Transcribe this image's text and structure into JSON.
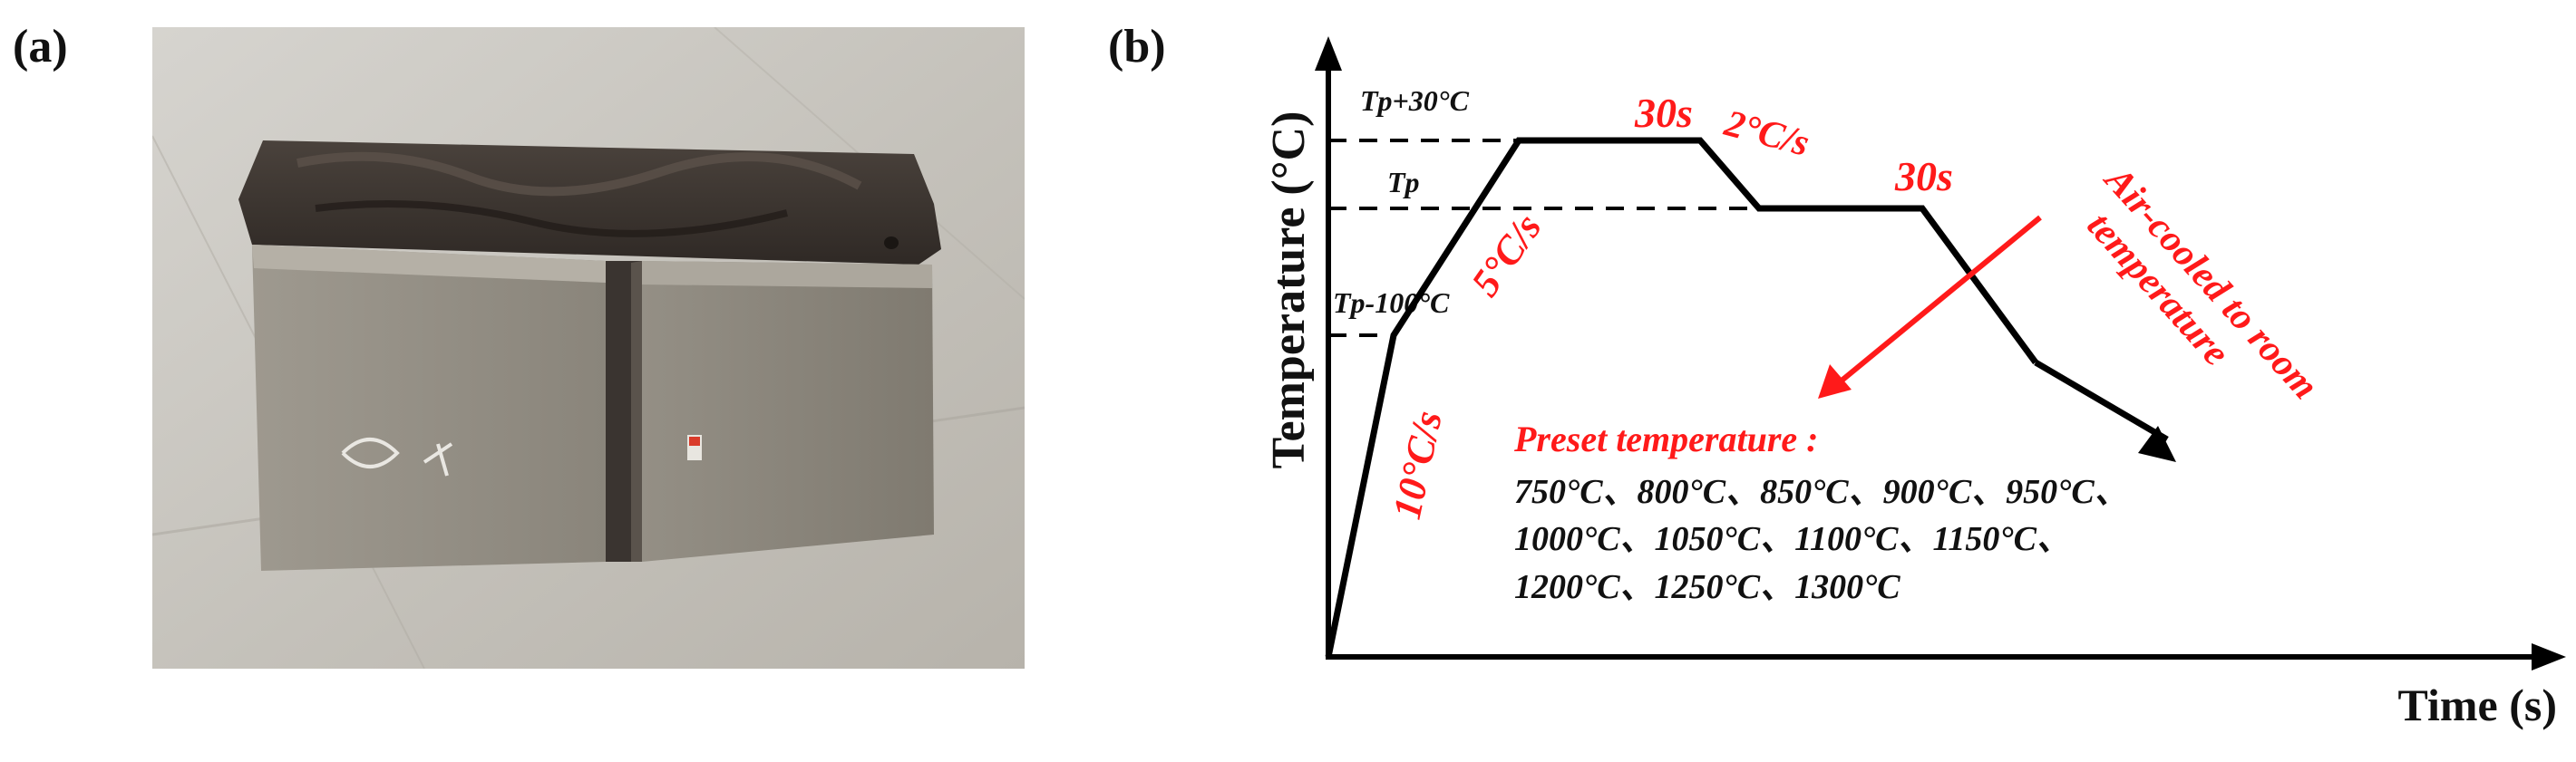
{
  "panels": {
    "a": "(a)",
    "b": "(b)"
  },
  "photo": {
    "description_icon": "welded-steel-plate-photo",
    "colors": {
      "background": "#c9c6c0",
      "plate": "#8f8a80",
      "weld": "#3a3430"
    }
  },
  "diagram": {
    "y_axis_title": "Temperature (°C)",
    "x_axis_title": "Time (s)",
    "levels": {
      "high": "Tp+30°C",
      "peak": "Tp",
      "low": "Tp-100°C"
    },
    "rates": {
      "first": "10°C/s",
      "second": "5°C/s",
      "cooling": "2°C/s"
    },
    "holds": {
      "first": "30s",
      "second": "30s"
    },
    "air_cool": {
      "line1": "Air-cooled to room",
      "line2": "temperature"
    },
    "preset": {
      "title": "Preset temperature :",
      "row1": "750°C、800°C、850°C、900°C、950°C、",
      "row2": "1000°C、1050°C、1100°C、1150°C、",
      "row3": "1200°C、1250°C、1300°C"
    },
    "colors": {
      "line": "#000000",
      "accent": "#ff1a1a"
    }
  }
}
